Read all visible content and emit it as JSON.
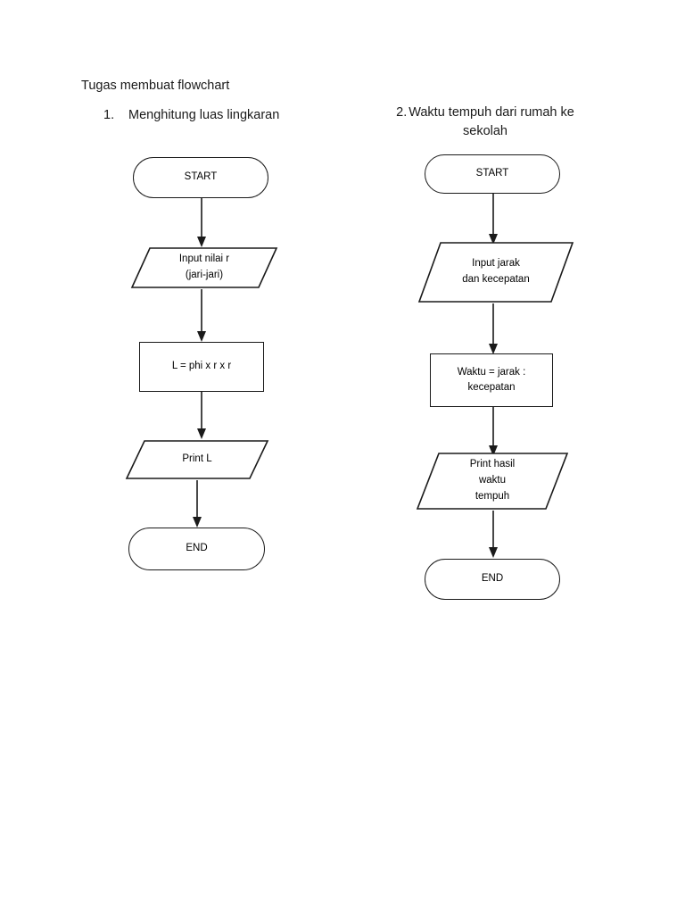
{
  "document": {
    "title": "Tugas membuat flowchart"
  },
  "charts": [
    {
      "heading_number": "1.",
      "heading_text": "Menghitung luas lingkaran",
      "nodes": [
        {
          "id": "start",
          "type": "terminator",
          "text": "START"
        },
        {
          "id": "input",
          "type": "io",
          "text": "Input nilai r\n(jari-jari)"
        },
        {
          "id": "process",
          "type": "process",
          "text": "L = phi x r x r"
        },
        {
          "id": "print",
          "type": "io",
          "text": "Print L"
        },
        {
          "id": "end",
          "type": "terminator",
          "text": "END"
        }
      ],
      "edges": [
        {
          "from": "start",
          "to": "input"
        },
        {
          "from": "input",
          "to": "process"
        },
        {
          "from": "process",
          "to": "print"
        },
        {
          "from": "print",
          "to": "end"
        }
      ]
    },
    {
      "heading_number": "2.",
      "heading_text": "Waktu tempuh dari rumah ke sekolah",
      "nodes": [
        {
          "id": "start",
          "type": "terminator",
          "text": "START"
        },
        {
          "id": "input",
          "type": "io",
          "text": "Input jarak\ndan kecepatan"
        },
        {
          "id": "process",
          "type": "process",
          "text": "Waktu = jarak :\nkecepatan"
        },
        {
          "id": "print",
          "type": "io",
          "text": "Print hasil\nwaktu\ntempuh"
        },
        {
          "id": "end",
          "type": "terminator",
          "text": "END"
        }
      ],
      "edges": [
        {
          "from": "start",
          "to": "input"
        },
        {
          "from": "input",
          "to": "process"
        },
        {
          "from": "process",
          "to": "print"
        },
        {
          "from": "print",
          "to": "end"
        }
      ]
    }
  ],
  "style": {
    "stroke_color": "#1a1a1a",
    "text_color": "#000000",
    "background": "#ffffff"
  }
}
